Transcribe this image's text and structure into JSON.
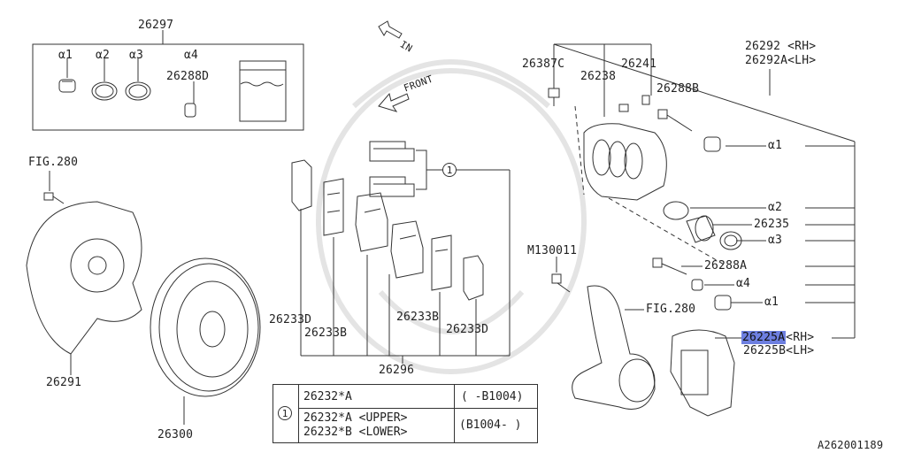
{
  "labels": {
    "kit_no": "26297",
    "kit_a1": "α1",
    "kit_a2": "α2",
    "kit_a3": "α3",
    "kit_a4": "α4",
    "kit_26288d": "26288D",
    "fig280_left": "FIG.280",
    "in_arrow": "IN",
    "front_arrow": "FRONT",
    "n26387c": "26387C",
    "n26241": "26241",
    "n26238": "26238",
    "n26288b": "26288B",
    "n26292_rh": "26292 <RH>",
    "n26292a_lh": "26292A<LH>",
    "right_a1_top": "α1",
    "right_a2": "α2",
    "n26235": "26235",
    "right_a3": "α3",
    "m130011": "M130011",
    "n26288a": "26288A",
    "right_a4": "α4",
    "right_a1_bottom": "α1",
    "fig280_right": "FIG.280",
    "n26225a": "26225A",
    "n26225a_rh": "<RH>",
    "n26225b_lh": "26225B<LH>",
    "callout_1": "1",
    "n26233d_left": "26233D",
    "n26233b_left": "26233B",
    "n26233b_right": "26233B",
    "n26233d_right": "26233D",
    "n26296": "26296",
    "n26291": "26291",
    "n26300": "26300",
    "diagram_code": "A262001189"
  },
  "table": {
    "callout": "1",
    "row1_part": "26232*A",
    "row1_range": "( -B1004)",
    "row2_part_upper": "26232*A <UPPER>",
    "row2_part_lower": "26232*B <LOWER>",
    "row2_range": "(B1004- )"
  }
}
